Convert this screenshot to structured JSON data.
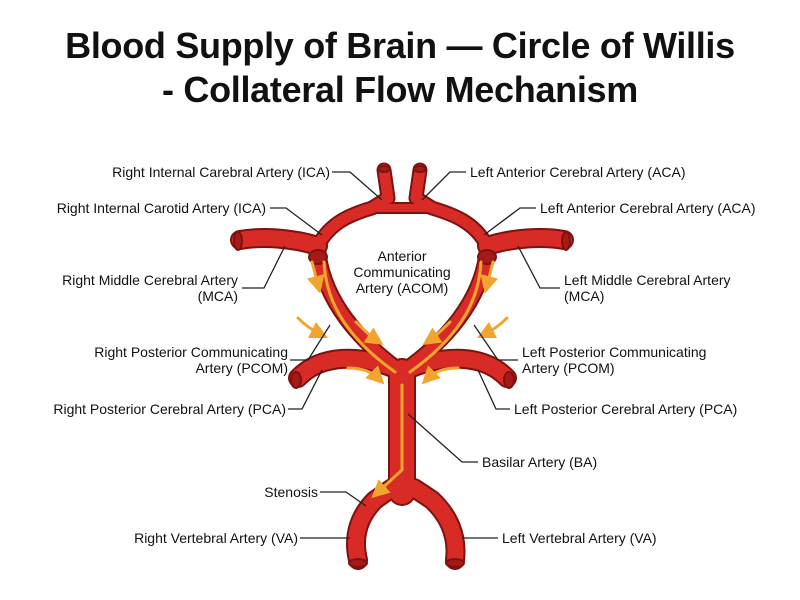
{
  "title": {
    "line1": "Blood Supply of Brain — Circle of Willis",
    "line2": "- Collateral Flow Mechanism"
  },
  "labels": {
    "right_ica_cerebral": "Right Internal Carebral Artery (ICA)",
    "right_ica_carotid": "Right Internal Carotid Artery (ICA)",
    "right_mca_1": "Right Middle Cerebral Artery",
    "right_mca_2": "(MCA)",
    "right_pcom_1": "Right Posterior Communicating",
    "right_pcom_2": "Artery (PCOM)",
    "right_pca": "Right Posterior Cerebral Artery (PCA)",
    "stenosis": "Stenosis",
    "right_va": "Right Vertebral Artery (VA)",
    "left_aca_1": "Left Anterior Cerebral Artery (ACA)",
    "left_aca_2": "Left Anterior Cerebral Artery (ACA)",
    "left_mca_1": "Left Middle Cerebral Artery",
    "left_mca_2": "(MCA)",
    "left_pcom_1": "Left Posterior Communicating",
    "left_pcom_2": "Artery (PCOM)",
    "left_pca": "Left Posterior Cerebral Artery (PCA)",
    "basilar": "Basilar Artery (BA)",
    "left_va": "Left Vertebral Artery (VA)",
    "acom_1": "Anterior",
    "acom_2": "Communicating",
    "acom_3": "Artery (ACOM)"
  },
  "colors": {
    "artery_fill": "#d92b25",
    "artery_outline": "#7d1210",
    "flow_arrow": "#f2a52e",
    "leader_line": "#222222"
  }
}
